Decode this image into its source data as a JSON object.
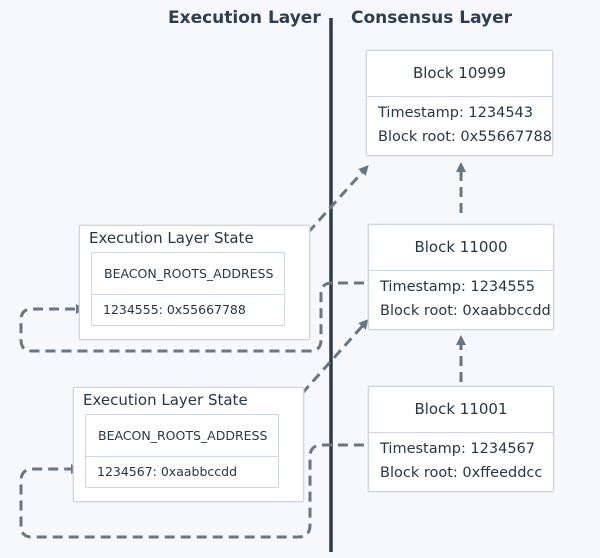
{
  "headings": {
    "execution": "Execution Layer",
    "consensus": "Consensus Layer"
  },
  "blocks": [
    {
      "title": "Block 10999",
      "timestamp": "Timestamp: 1234543",
      "root": "Block root: 0x55667788"
    },
    {
      "title": "Block 11000",
      "timestamp": "Timestamp: 1234555",
      "root": "Block root: 0xaabbccdd"
    },
    {
      "title": "Block 11001",
      "timestamp": "Timestamp: 1234567",
      "root": "Block root: 0xffeeddcc"
    }
  ],
  "states": [
    {
      "title": "Execution Layer State",
      "address": "BEACON_ROOTS_ADDRESS",
      "entry": "1234555: 0x55667788"
    },
    {
      "title": "Execution Layer State",
      "address": "BEACON_ROOTS_ADDRESS",
      "entry": "1234567: 0xaabbccdd"
    }
  ],
  "colors": {
    "divider": "#2d3a48",
    "arrow": "#687684",
    "box_border": "#cfd6e2",
    "text": "#253746"
  }
}
